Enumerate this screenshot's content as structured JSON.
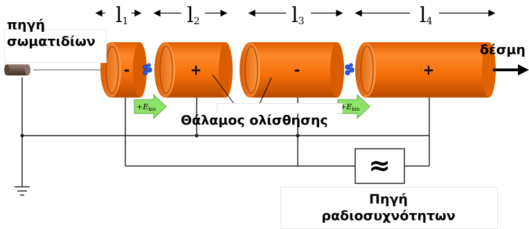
{
  "labels": {
    "source_line1": "πηγή",
    "source_line2": "σωματιδίων",
    "beam": "δέσμη",
    "drift_tube": "Θάλαμος ολίσθησης",
    "rf_line1": "Πηγή",
    "rf_line2": "ραδιοσυχνότητων",
    "energy": "+E",
    "energy_sub": "kin"
  },
  "lengths": [
    {
      "letter": "l",
      "sub": "1"
    },
    {
      "letter": "l",
      "sub": "2"
    },
    {
      "letter": "l",
      "sub": "3"
    },
    {
      "letter": "l",
      "sub": "4"
    }
  ],
  "tubes": [
    {
      "sign": "-"
    },
    {
      "sign": "+"
    },
    {
      "sign": "-"
    },
    {
      "sign": "+"
    }
  ],
  "rf_symbol": "≈",
  "colors": {
    "tube_body": "#f56e08",
    "tube_shadow": "#c55004",
    "tube_highlight": "#ff9a45",
    "arrow_green": "#8ee36b",
    "particle_blue": "#2a55e0",
    "wire": "#222222"
  }
}
